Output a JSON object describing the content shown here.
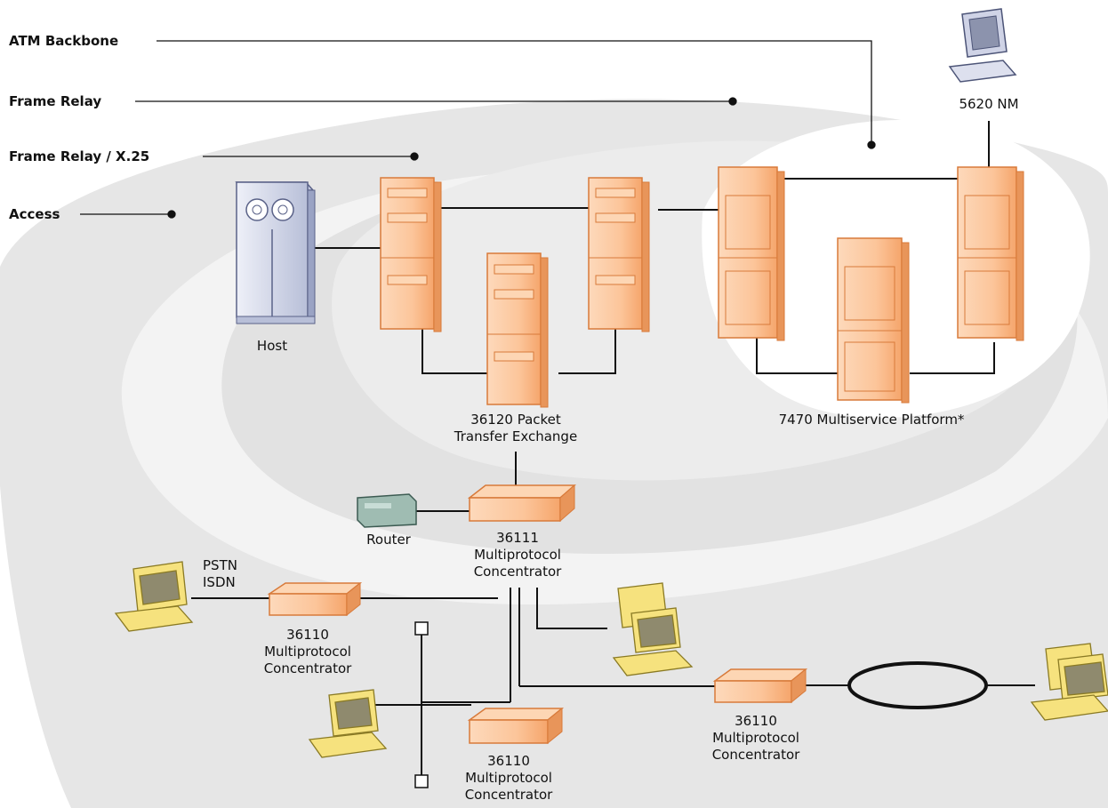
{
  "legend": {
    "atm_backbone": "ATM Backbone",
    "frame_relay": "Frame Relay",
    "frame_relay_x25": "Frame Relay / X.25",
    "access": "Access"
  },
  "nodes": {
    "nm": "5620 NM",
    "host": "Host",
    "pte_line1": "36120 Packet",
    "pte_line2": "Transfer Exchange",
    "msp": "7470 Multiservice Platform*",
    "router": "Router",
    "c36111_line1": "36111",
    "c36111_line2": "Multiprotocol",
    "c36111_line3": "Concentrator",
    "pstn": "PSTN",
    "isdn": "ISDN",
    "c36110_left_line1": "36110",
    "c36110_left_line2": "Multiprotocol",
    "c36110_left_line3": "Concentrator",
    "c36110_bottom_line1": "36110",
    "c36110_bottom_line2": "Multiprotocol",
    "c36110_bottom_line3": "Concentrator",
    "c36110_right_line1": "36110",
    "c36110_right_line2": "Multiprotocol",
    "c36110_right_line3": "Concentrator"
  },
  "colors": {
    "equipment_fill": "#fcc9a0",
    "equipment_stroke": "#e2833e",
    "ring_gray": "#e3e3e3",
    "host_blue": "#d7dcec",
    "router_green": "#8fb0a6",
    "terminal_yellow": "#f6e27e"
  }
}
